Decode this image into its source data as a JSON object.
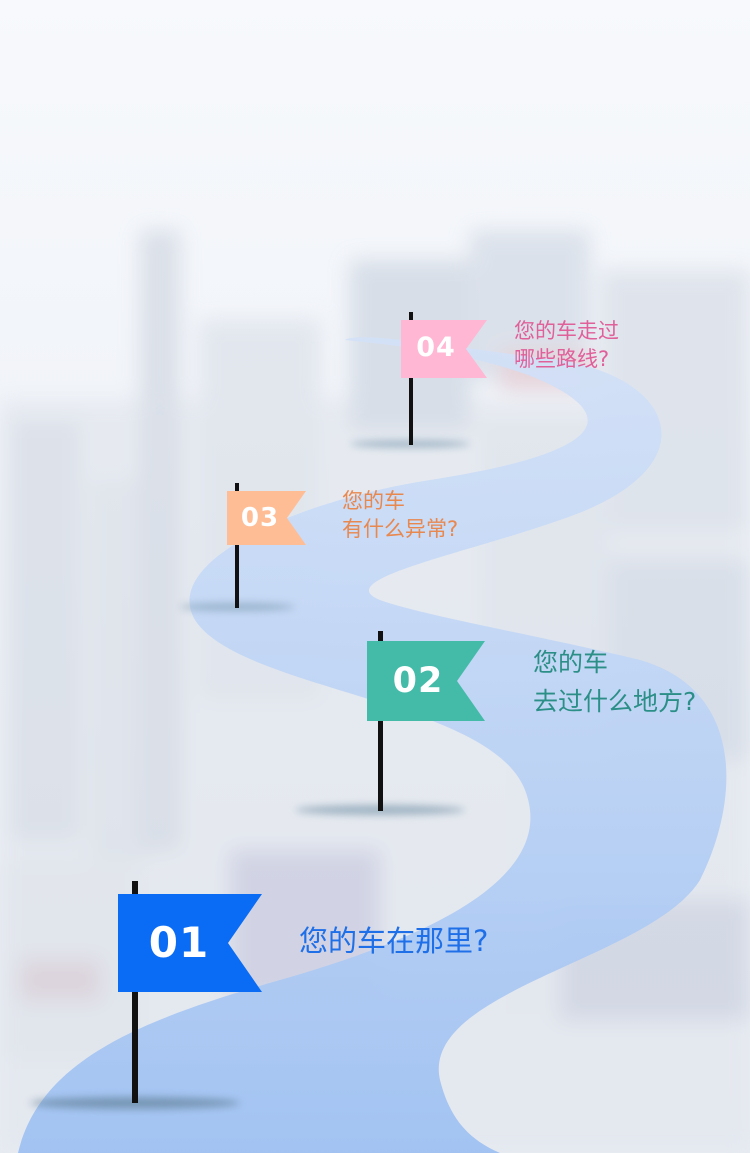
{
  "milestones": [
    {
      "number": "01",
      "lines": [
        "您的车在那里?"
      ],
      "color": "#0a6cf5",
      "text_color": "#1f6fe8"
    },
    {
      "number": "02",
      "lines": [
        "您的车",
        "去过什么地方?"
      ],
      "color": "#44bba8",
      "text_color": "#2b8f87"
    },
    {
      "number": "03",
      "lines": [
        "您的车",
        "有什么异常?"
      ],
      "color": "#ffbd96",
      "text_color": "#e8874e"
    },
    {
      "number": "04",
      "lines": [
        "您的车走过",
        "哪些路线?"
      ],
      "color": "#ffb7d3",
      "text_color": "#e0609a"
    }
  ]
}
